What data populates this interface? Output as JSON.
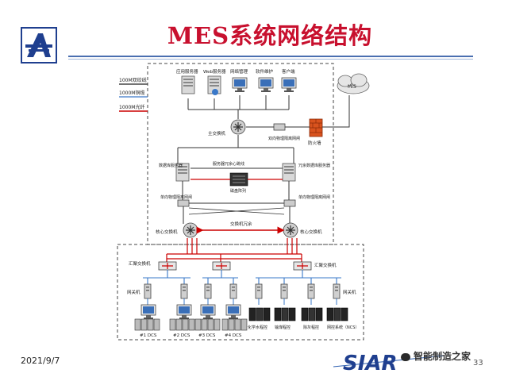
{
  "slide": {
    "title": "MES系统网络结构",
    "date": "2021/9/7",
    "page_number": "33",
    "watermark": "智能制造之家",
    "footer_logo_text": "SIAR"
  },
  "legend": {
    "items": [
      {
        "label": "100M双绞线",
        "color": "#222222"
      },
      {
        "label": "1000M铜缆",
        "color": "#555555"
      },
      {
        "label": "1000M光纤",
        "color": "#cc0000"
      }
    ]
  },
  "diagram": {
    "servers": [
      "应用服务器",
      "Web服务器",
      "网络管理",
      "软件维护",
      "客户端"
    ],
    "mis_label": "MIS",
    "main_switch": "主交换机",
    "isolation_top": "双向物理隔离网闸",
    "firewall": "防火墙",
    "db_server_left": "数据库服务器",
    "db_server_right": "冗余数据库服务器",
    "db_link": "服务器冗余心跳线",
    "disk_array": "磁盘阵列",
    "isolation_left": "单向物理隔离网闸",
    "isolation_right": "单向物理隔离网闸",
    "core_switch_left": "核心交换机",
    "core_switch_right": "核心交换机",
    "core_redundancy": "交换机冗余",
    "agg_left": "汇聚交换机",
    "agg_right": "汇聚交换机",
    "gateway_left": "网关机",
    "gateway_right": "网关机",
    "dcs_units": [
      "#1 DCS",
      "#2 DCS",
      "#3 DCS",
      "#4 DCS"
    ],
    "plc_units": [
      "化学水程控",
      "输煤程控",
      "除灰程控",
      "网控系统（NCS）"
    ]
  },
  "colors": {
    "title": "#c8102e",
    "fiber": "#cc0000",
    "copper": "#3a78c8",
    "twisted": "#333333"
  }
}
